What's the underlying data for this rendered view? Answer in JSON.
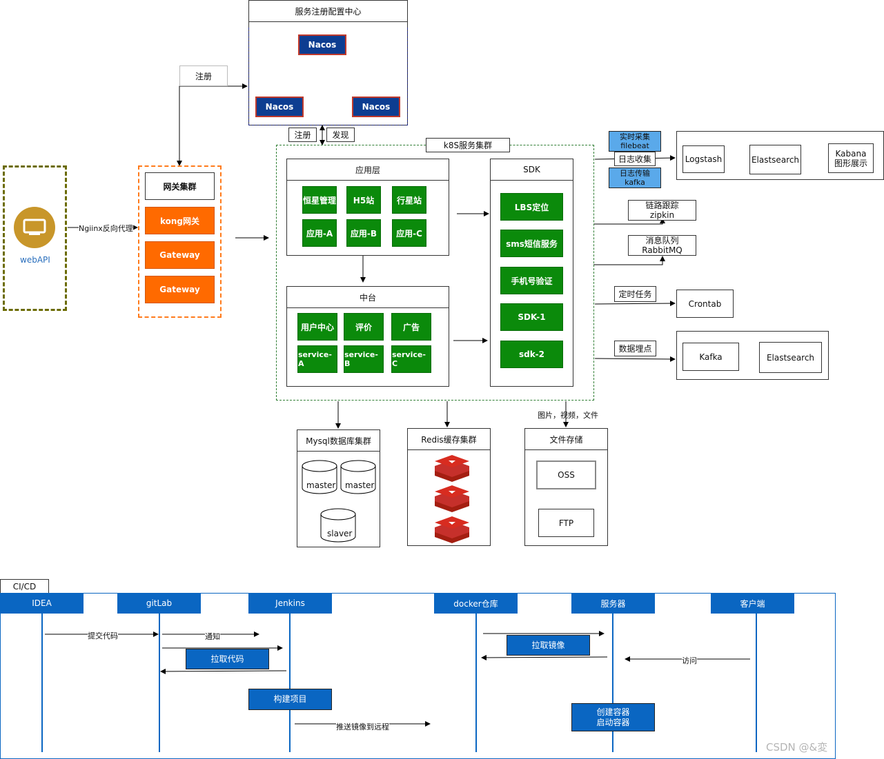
{
  "registry": {
    "title": "服务注册配置中心",
    "nacos_top": "Nacos",
    "nacos_left": "Nacos",
    "nacos_right": "Nacos",
    "register_label": "注册",
    "register_label_2": "注册",
    "discover_label": "发现"
  },
  "client": {
    "label": "webAPI",
    "nginx_label": "Ngiinx反向代理"
  },
  "gateway": {
    "title": "网关集群",
    "items": [
      "kong网关",
      "Gateway",
      "Gateway"
    ]
  },
  "k8s": {
    "title": "k8S服务集群",
    "app_layer": {
      "title": "应用层",
      "items": [
        "恒星管理",
        "H5站",
        "行星站",
        "应用-A",
        "应用-B",
        "应用-C"
      ]
    },
    "middle": {
      "title": "中台",
      "items": [
        "用户中心",
        "评价",
        "广告",
        "service-A",
        "service-B",
        "service-C"
      ]
    },
    "sdk": {
      "title": "SDK",
      "items": [
        "LBS定位",
        "sms短信服务",
        "手机号验证",
        "SDK-1",
        "sdk-2"
      ]
    }
  },
  "logging": {
    "collect_tag": "实时采集\nfilebeat",
    "collect_label": "日志收集",
    "transport_tag": "日志传输\nkafka",
    "logstash": "Logstash",
    "elastic": "Elastsearch",
    "kibana": "Kabana\n图形展示"
  },
  "tracing": "链路跟踪\nzipkin",
  "mq": "消息队列\nRabbitMQ",
  "cron": {
    "label": "定时任务",
    "box": "Crontab"
  },
  "tracking": {
    "label": "数据埋点",
    "kafka": "Kafka",
    "elastic": "Elastsearch"
  },
  "storage": {
    "mysql": {
      "title": "Mysql数据库集群",
      "dbs": [
        "master",
        "master",
        "slaver"
      ]
    },
    "redis": {
      "title": "Redis缓存集群"
    },
    "files": {
      "title": "文件存储",
      "media_label": "图片，视频，文件",
      "items": [
        "OSS",
        "FTP"
      ]
    }
  },
  "cicd": {
    "tab": "CI/CD",
    "actors": [
      "IDEA",
      "gitLab",
      "Jenkins",
      "docker仓库",
      "服务器",
      "客户端"
    ],
    "messages": [
      "提交代码",
      "通知",
      "拉取代码",
      "构建项目",
      "推送镜像到远程",
      "拉取镜像",
      "访问",
      "创建容器\n启动容器"
    ]
  },
  "watermark": "CSDN @&変",
  "colors": {
    "green": "#0b8a0b",
    "orange": "#ff6a00",
    "navy": "#0d3d91",
    "blue": "#0a66c2",
    "light_blue": "#5aa9ea"
  }
}
